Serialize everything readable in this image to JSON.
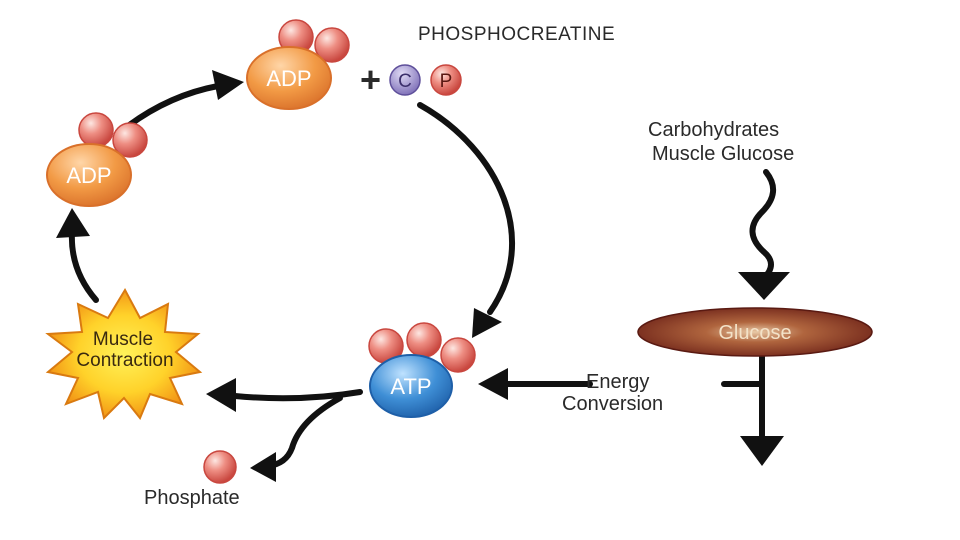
{
  "title": "PHOSPHOCREATINE",
  "molecules": {
    "adp_top": "ADP",
    "adp_left": "ADP",
    "atp": "ATP",
    "plus": "+",
    "creatine": "C",
    "phosphate_small": "P"
  },
  "muscle_contraction": {
    "line1": "Muscle",
    "line2": "Contraction"
  },
  "carbohydrates": {
    "line1": "Carbohydrates",
    "line2": "Muscle Glucose"
  },
  "glucose": "Glucose",
  "energy_conversion": {
    "line1": "Energy",
    "line2": "Conversion"
  },
  "phosphate_label": "Phosphate",
  "colors": {
    "adp": "#f29a45",
    "atp": "#3f8fd6",
    "phosphate_ball": "#e8766a",
    "creatine": "#8e7fc2",
    "burst": "#f4a71c",
    "burst_center": "#ffe14a",
    "glucose": "#7a2a1e"
  }
}
